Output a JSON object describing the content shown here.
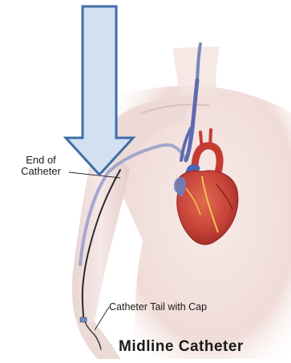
{
  "labels": {
    "end_of_catheter_line1": "End of",
    "end_of_catheter_line2": "Catheter",
    "catheter_tail": "Catheter Tail with Cap",
    "title": "Midline Catheter"
  },
  "icons": {
    "pointer": "down-arrow-icon"
  },
  "colors": {
    "arrow_fill": "#d3e0f1",
    "arrow_stroke": "#3f6ea8",
    "skin": "#f2e2df",
    "skin_shadow": "#e6cfca",
    "heart": "#c9453a",
    "vessel_blue": "#6f7fbc",
    "catheter": "#2a2a2a"
  }
}
